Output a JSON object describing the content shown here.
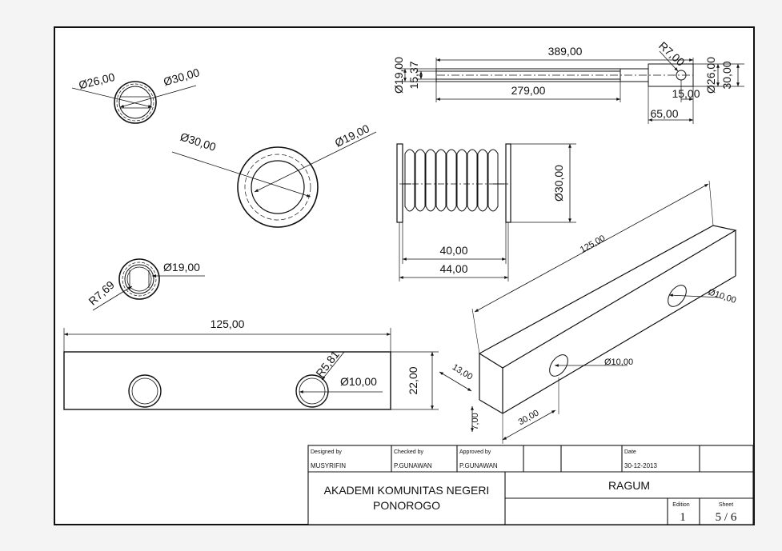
{
  "drawing": {
    "top_view": {
      "length": "389,00",
      "length_inner": "279,00",
      "dia_left": "Ø19,00",
      "dim_15_37": "15,37",
      "radius": "R7,00",
      "dia_right": "Ø26,00",
      "height": "30,00",
      "hole_offset": "15,00",
      "end_len": "65,00"
    },
    "washer_small": {
      "dia_inner": "Ø26,00",
      "dia_outer": "Ø30,00"
    },
    "washer_large": {
      "dia_outer": "Ø30,00",
      "dia_inner": "Ø19,00"
    },
    "spring": {
      "dia": "Ø30,00",
      "len_inner": "40,00",
      "len_outer": "44,00"
    },
    "ring_small": {
      "radius": "R7,69",
      "dia": "Ø19,00"
    },
    "bar_front": {
      "length": "125,00",
      "radius": "R5,81",
      "hole_dia": "Ø10,00",
      "height": "22,00"
    },
    "bar_iso": {
      "length": "125,00",
      "hole_a": "Ø10,00",
      "hole_b": "Ø10,00",
      "width": "13,00",
      "height": "7,00",
      "offset": "30,00"
    }
  },
  "title_block": {
    "designed_by_label": "Designed by",
    "designed_by": "MUSYRIFIN",
    "checked_by_label": "Checked by",
    "checked_by": "P.GUNAWAN",
    "approved_by_label": "Approved by",
    "approved_by": "P.GUNAWAN",
    "date_label": "Date",
    "date": "30-12-2013",
    "org_line1": "AKADEMI KOMUNITAS NEGERI",
    "org_line2": "PONOROGO",
    "title": "RAGUM",
    "edition_label": "Edition",
    "edition": "1",
    "sheet_label": "Sheet",
    "sheet": "5 / 6"
  }
}
